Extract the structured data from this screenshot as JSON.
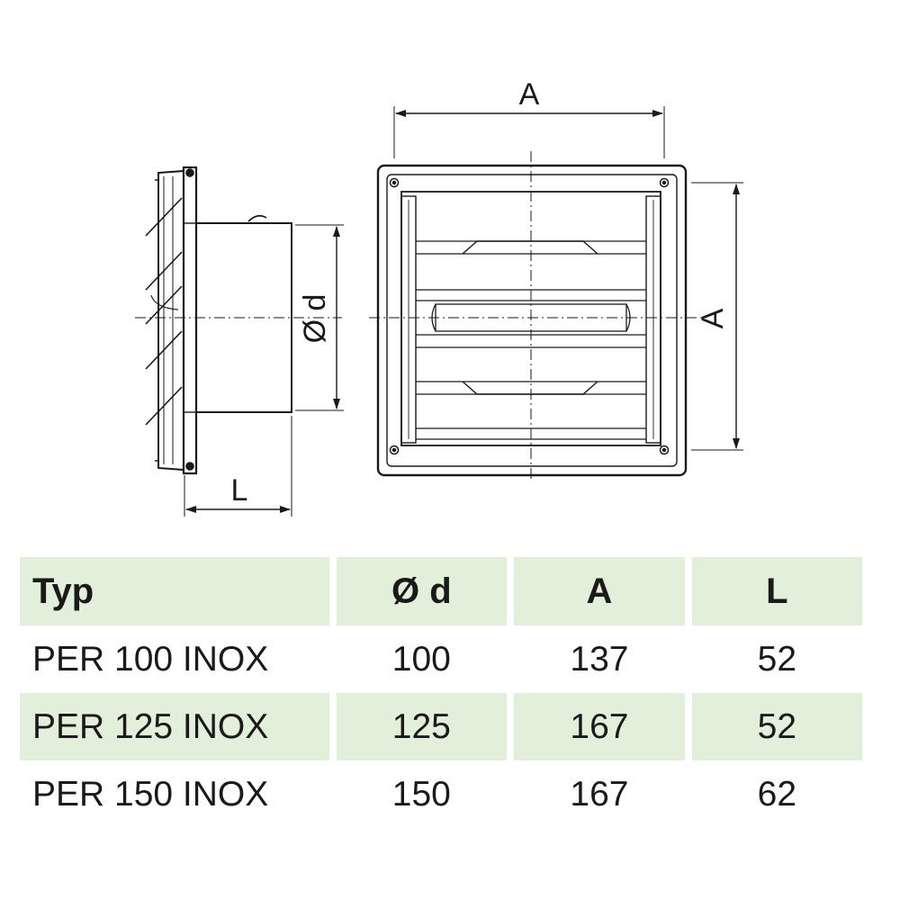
{
  "drawing": {
    "labels": {
      "dim_A_top": "A",
      "dim_A_side": "A",
      "dim_d": "Ø d",
      "dim_L": "L"
    }
  },
  "table": {
    "headers": [
      "Typ",
      "Ø d",
      "A",
      "L"
    ],
    "rows": [
      [
        "PER 100 INOX",
        "100",
        "137",
        "52"
      ],
      [
        "PER 125 INOX",
        "125",
        "167",
        "52"
      ],
      [
        "PER 150 INOX",
        "150",
        "167",
        "62"
      ]
    ],
    "shade_color": "#e2efdb"
  }
}
